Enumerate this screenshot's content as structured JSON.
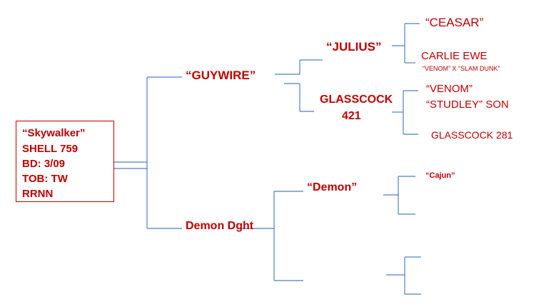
{
  "subject": {
    "lines": [
      "“Skywalker”",
      "SHELL 759",
      "BD:  3/09",
      "TOB:  TW",
      "RRNN"
    ]
  },
  "sire": "“GUYWIRE”",
  "dam": "Demon Dght",
  "sire_sire": "“JULIUS”",
  "sire_dam": {
    "line1": "GLASSCOCK",
    "line2": "421"
  },
  "dam_sire": "“Demon”",
  "julius_sire": "“CEASAR”",
  "julius_dam": {
    "name": "CARLIE EWE",
    "note": "“VENOM” X “SLAM DUNK”"
  },
  "glasscock421_sire": {
    "line1": "“VENOM”",
    "line2": "“STUDLEY” SON"
  },
  "glasscock421_dam": "GLASSCOCK 281",
  "demon_sire": "“Cajun”",
  "colors": {
    "text": "#c00000",
    "line": "#4f81bd"
  }
}
